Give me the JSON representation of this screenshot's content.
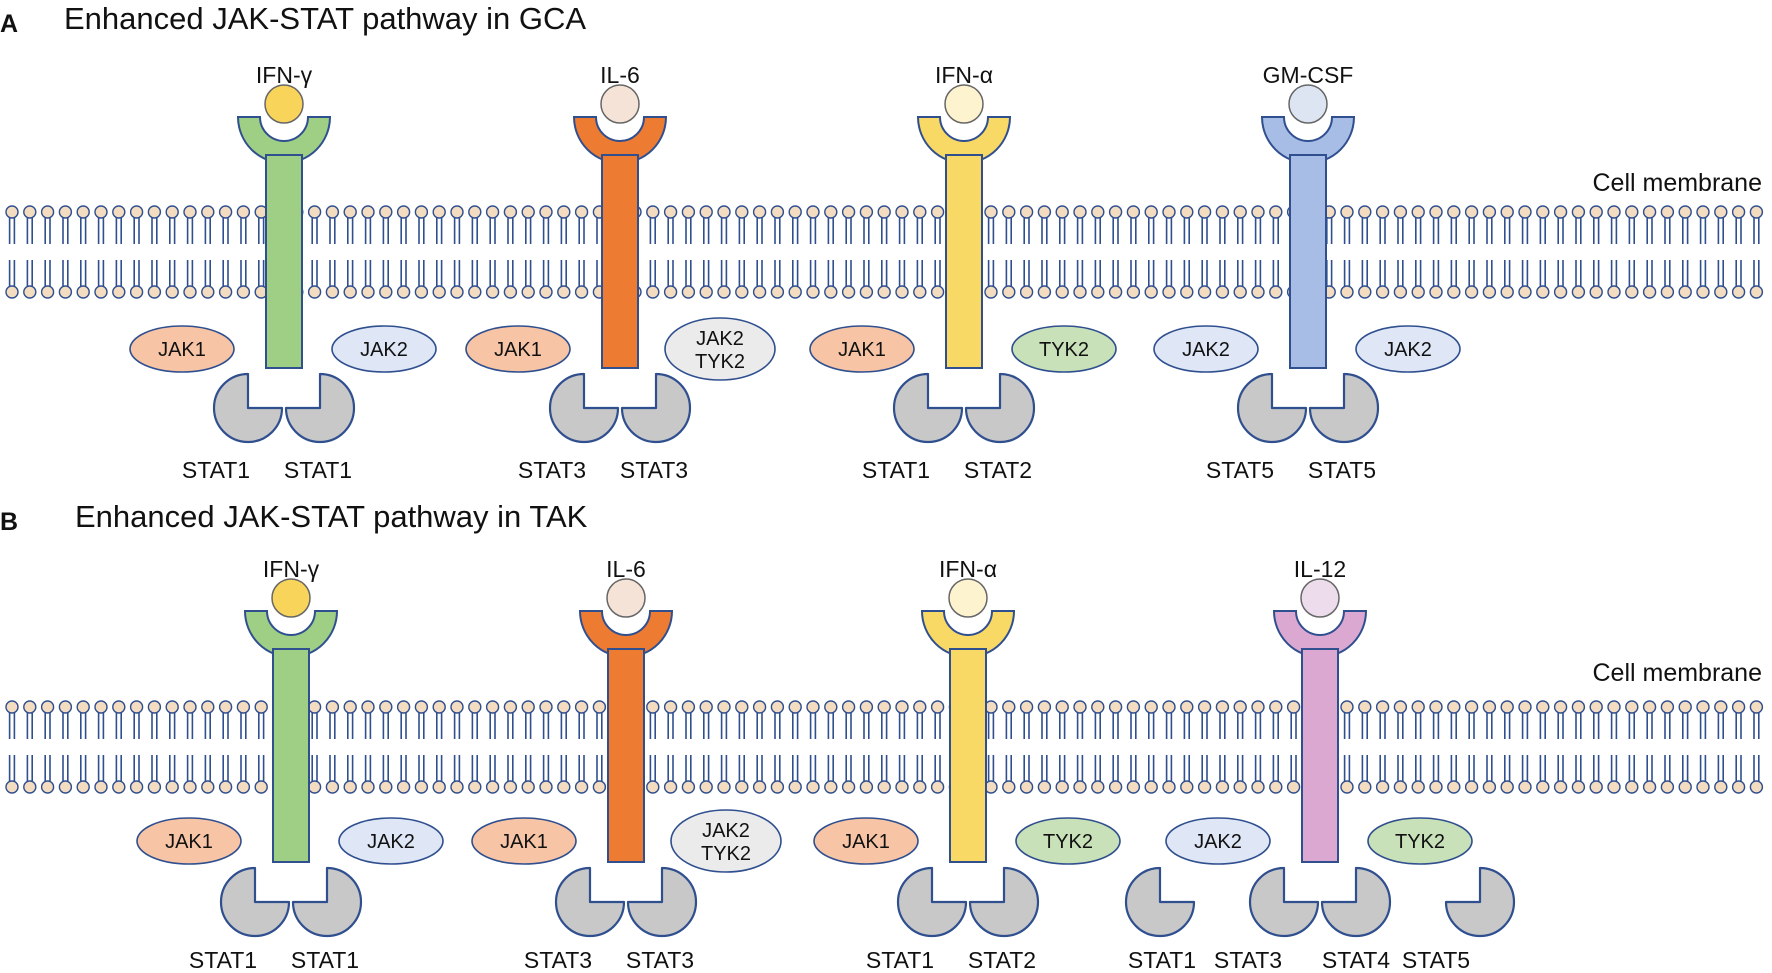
{
  "palette": {
    "outline": "#2f4f8f",
    "lipid": "#f3dcc0",
    "stat_fill": "#c8c8c8",
    "receptor": {
      "green": "#9fcf85",
      "orange": "#ee7b32",
      "yellow": "#f9d966",
      "blue": "#a8bde6",
      "pink": "#dba8d2"
    },
    "ligand": {
      "green": "#f9d45a",
      "orange": "#f6e3d8",
      "yellow": "#fdf3cf",
      "blue": "#dde5f3",
      "pink": "#ecdcec"
    },
    "kinase": {
      "JAK1": "#f7c5a6",
      "JAK2": "#dfe7f6",
      "TYK2": "#c8e1b8",
      "JAK2/TYK2": "#ebebeb"
    }
  },
  "panels": [
    {
      "letter": "A",
      "title": "Enhanced JAK-STAT pathway in GCA",
      "membrane_label": "Cell membrane",
      "receptors": [
        {
          "ligand": "IFN-γ",
          "color": "green",
          "kinases": [
            {
              "lines": [
                "JAK1"
              ],
              "type": "JAK1"
            },
            {
              "lines": [
                "JAK2"
              ],
              "type": "JAK2"
            }
          ],
          "stats": [
            "STAT1",
            "STAT1"
          ]
        },
        {
          "ligand": "IL-6",
          "color": "orange",
          "kinases": [
            {
              "lines": [
                "JAK1"
              ],
              "type": "JAK1"
            },
            {
              "lines": [
                "JAK2",
                "TYK2"
              ],
              "type": "JAK2/TYK2"
            }
          ],
          "stats": [
            "STAT3",
            "STAT3"
          ]
        },
        {
          "ligand": "IFN-α",
          "color": "yellow",
          "kinases": [
            {
              "lines": [
                "JAK1"
              ],
              "type": "JAK1"
            },
            {
              "lines": [
                "TYK2"
              ],
              "type": "TYK2"
            }
          ],
          "stats": [
            "STAT1",
            "STAT2"
          ]
        },
        {
          "ligand": "GM-CSF",
          "color": "blue",
          "kinases": [
            {
              "lines": [
                "JAK2"
              ],
              "type": "JAK2"
            },
            {
              "lines": [
                "JAK2"
              ],
              "type": "JAK2"
            }
          ],
          "stats": [
            "STAT5",
            "STAT5"
          ]
        }
      ]
    },
    {
      "letter": "B",
      "title": "Enhanced JAK-STAT pathway in TAK",
      "membrane_label": "Cell membrane",
      "receptors": [
        {
          "ligand": "IFN-γ",
          "color": "green",
          "kinases": [
            {
              "lines": [
                "JAK1"
              ],
              "type": "JAK1"
            },
            {
              "lines": [
                "JAK2"
              ],
              "type": "JAK2"
            }
          ],
          "stats": [
            "STAT1",
            "STAT1"
          ]
        },
        {
          "ligand": "IL-6",
          "color": "orange",
          "kinases": [
            {
              "lines": [
                "JAK1"
              ],
              "type": "JAK1"
            },
            {
              "lines": [
                "JAK2",
                "TYK2"
              ],
              "type": "JAK2/TYK2"
            }
          ],
          "stats": [
            "STAT3",
            "STAT3"
          ]
        },
        {
          "ligand": "IFN-α",
          "color": "yellow",
          "kinases": [
            {
              "lines": [
                "JAK1"
              ],
              "type": "JAK1"
            },
            {
              "lines": [
                "TYK2"
              ],
              "type": "TYK2"
            }
          ],
          "stats": [
            "STAT1",
            "STAT2"
          ]
        },
        {
          "ligand": "IL-12",
          "color": "pink",
          "kinases": [
            {
              "lines": [
                "JAK2"
              ],
              "type": "JAK2"
            },
            {
              "lines": [
                "TYK2"
              ],
              "type": "TYK2"
            }
          ],
          "stats": [
            "STAT1",
            "STAT3",
            "STAT4",
            "STAT5"
          ]
        }
      ]
    }
  ]
}
